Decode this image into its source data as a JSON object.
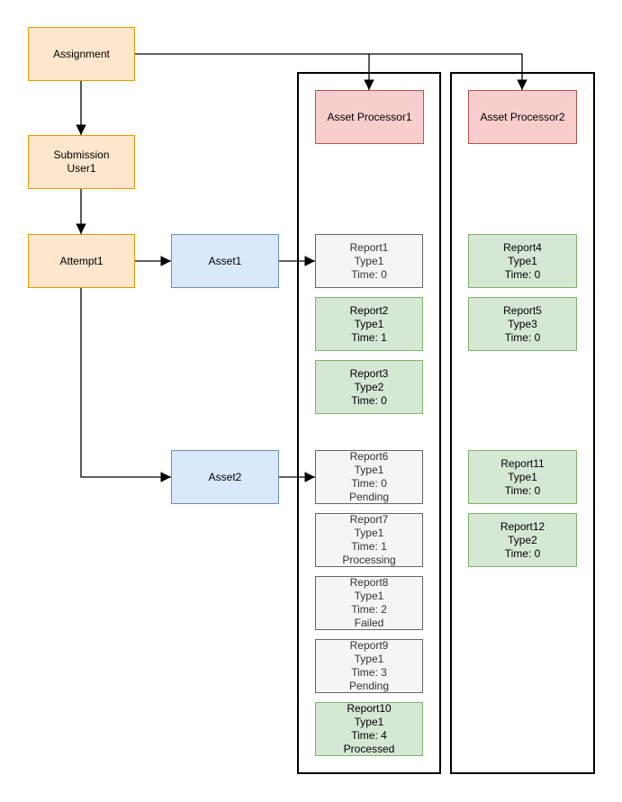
{
  "palette": {
    "orange_fill": "#FFE6CC",
    "orange_stroke": "#D79B00",
    "blue_fill": "#DAE8FC",
    "blue_stroke": "#6C8EBF",
    "green_fill": "#D5E8D4",
    "green_stroke": "#82B366",
    "red_fill": "#F8CECC",
    "red_stroke": "#B85450",
    "gray_fill": "#F5F5F5",
    "gray_stroke": "#666666",
    "lane_stroke": "#000000"
  },
  "nodes": {
    "assignment": {
      "label": "Assignment"
    },
    "submission": {
      "line1": "Submission",
      "line2": "User1"
    },
    "attempt1": {
      "label": "Attempt1"
    },
    "asset1": {
      "label": "Asset1"
    },
    "asset2": {
      "label": "Asset2"
    },
    "processor1": {
      "label": "Asset Processor1"
    },
    "processor2": {
      "label": "Asset Processor2"
    }
  },
  "reports": {
    "r1": {
      "name": "Report1",
      "type": "Type1",
      "time": "Time: 0"
    },
    "r2": {
      "name": "Report2",
      "type": "Type1",
      "time": "Time: 1"
    },
    "r3": {
      "name": "Report3",
      "type": "Type2",
      "time": "Time: 0"
    },
    "r4": {
      "name": "Report4",
      "type": "Type1",
      "time": "Time: 0"
    },
    "r5": {
      "name": "Report5",
      "type": "Type3",
      "time": "Time: 0"
    },
    "r6": {
      "name": "Report6",
      "type": "Type1",
      "time": "Time: 0",
      "status": "Pending"
    },
    "r7": {
      "name": "Report7",
      "type": "Type1",
      "time": "Time: 1",
      "status": "Processing"
    },
    "r8": {
      "name": "Report8",
      "type": "Type1",
      "time": "Time: 2",
      "status": "Failed"
    },
    "r9": {
      "name": "Report9",
      "type": "Type1",
      "time": "Time: 3",
      "status": "Pending"
    },
    "r10": {
      "name": "Report10",
      "type": "Type1",
      "time": "Time: 4",
      "status": "Processed"
    },
    "r11": {
      "name": "Report11",
      "type": "Type1",
      "time": "Time: 0"
    },
    "r12": {
      "name": "Report12",
      "type": "Type2",
      "time": "Time: 0"
    }
  }
}
